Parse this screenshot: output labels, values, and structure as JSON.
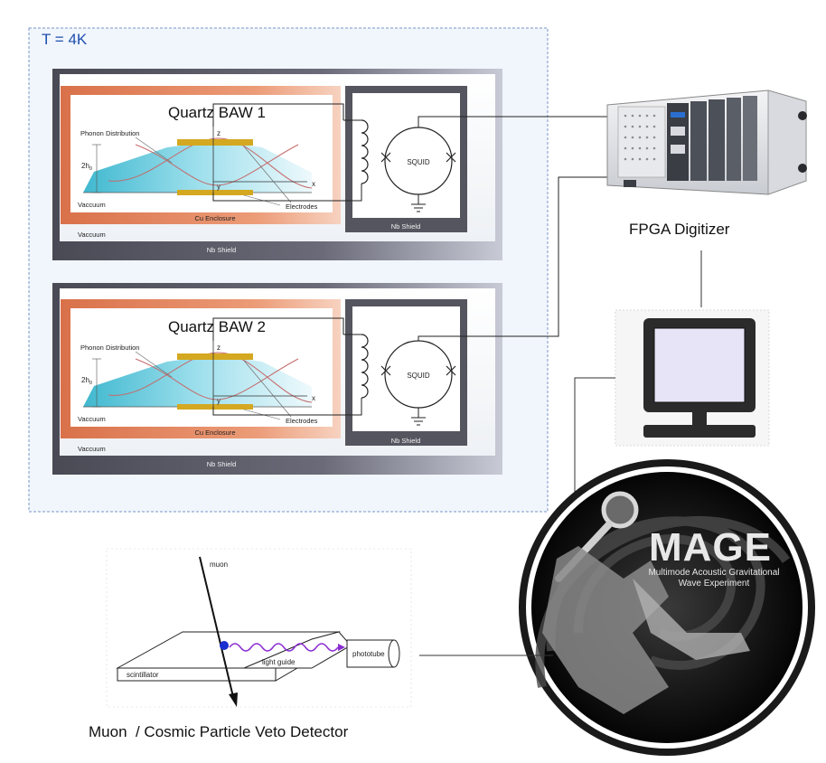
{
  "cryostat": {
    "temperature_label": "T = 4K"
  },
  "modules": [
    {
      "title": "Quartz BAW 1",
      "phonon_label": "Phonon Distribution",
      "thickness_label": "2h",
      "thickness_sub": "0",
      "axis_z": "z",
      "axis_y": "y",
      "axis_x": "x",
      "vacuum_inner": "Vaccuum",
      "cu_enclosure": "Cu Enclosure",
      "electrodes": "Electrodes",
      "squid": "SQUID",
      "nb_shield_inner": "Nb Shield",
      "vacuum_outer": "Vaccuum",
      "nb_shield_outer": "Nb Shield"
    },
    {
      "title": "Quartz BAW 2",
      "phonon_label": "Phonon Distribution",
      "thickness_label": "2h",
      "thickness_sub": "0",
      "axis_z": "z",
      "axis_y": "y",
      "axis_x": "x",
      "vacuum_inner": "Vaccuum",
      "cu_enclosure": "Cu Enclosure",
      "electrodes": "Electrodes",
      "squid": "SQUID",
      "nb_shield_inner": "Nb Shield",
      "vacuum_outer": "Vaccuum",
      "nb_shield_outer": "Nb Shield"
    }
  ],
  "digitizer": {
    "label": "FPGA Digitizer"
  },
  "logo": {
    "title": "MAGE",
    "subtitle_line1": "Multimode Acoustic Gravitational",
    "subtitle_line2": "Wave Experiment"
  },
  "veto": {
    "muon": "muon",
    "scintillator": "scintillator",
    "light_guide": "light guide",
    "phototube": "phototube",
    "caption": "Muon  / Cosmic Particle Veto Detector"
  },
  "colors": {
    "cu": "#e0865e",
    "nb": "#5a5a66",
    "vacuum_bg": "#e6f3fb",
    "crystal": "#5cc8dc",
    "electrode": "#d4a820",
    "muon_point": "#1a2fd0",
    "photon": "#8a2bd2"
  }
}
